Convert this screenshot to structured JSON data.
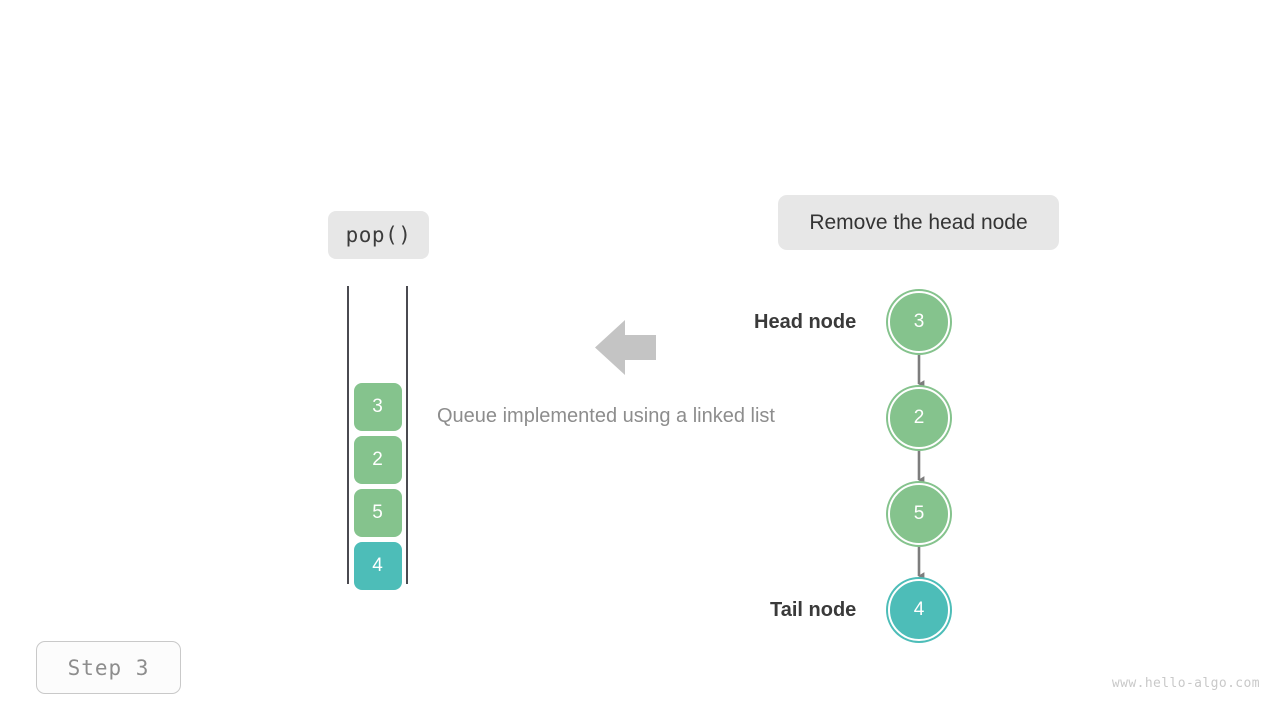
{
  "operation": {
    "badge_label": "pop()"
  },
  "action_note": {
    "text": "Remove the head node"
  },
  "caption": {
    "text": "Queue implemented using a linked list"
  },
  "queue": {
    "cells": [
      {
        "value": "3",
        "color": "#85c38d",
        "style": "green"
      },
      {
        "value": "2",
        "color": "#85c38d",
        "style": "green"
      },
      {
        "value": "5",
        "color": "#85c38d",
        "style": "green"
      },
      {
        "value": "4",
        "color": "#4dbdb8",
        "style": "teal"
      }
    ]
  },
  "linked_list": {
    "head_label": "Head node",
    "tail_label": "Tail node",
    "nodes": [
      {
        "value": "3",
        "color": "#85c38d",
        "style": "green"
      },
      {
        "value": "2",
        "color": "#85c38d",
        "style": "green"
      },
      {
        "value": "5",
        "color": "#85c38d",
        "style": "green"
      },
      {
        "value": "4",
        "color": "#4dbdb8",
        "style": "teal"
      }
    ]
  },
  "arrow": {
    "direction": "left",
    "color": "#c4c4c4"
  },
  "step": {
    "label": "Step 3"
  },
  "watermark": {
    "text": "www.hello-algo.com"
  },
  "colors": {
    "green": "#85c38d",
    "teal": "#4dbdb8",
    "badge_bg": "#e7e7e7",
    "rail": "#4a4a50",
    "arrow_gray": "#7d7d7d",
    "caption_gray": "#8d8d8d",
    "label_dark": "#3a3a3a"
  }
}
